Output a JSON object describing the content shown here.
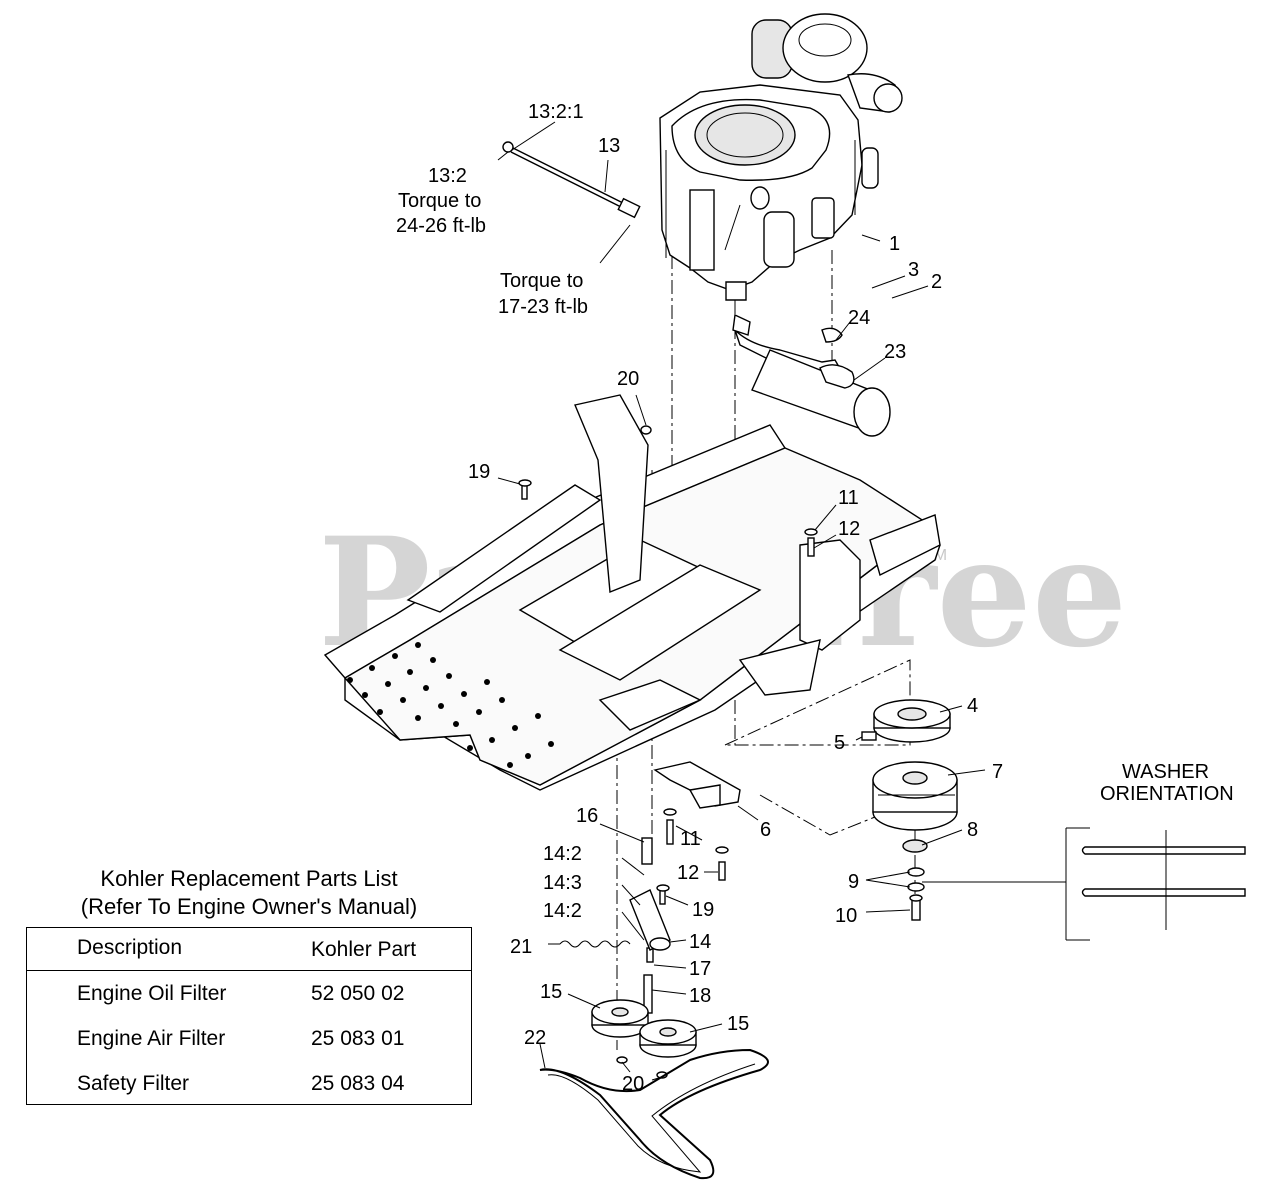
{
  "callouts": {
    "c1": "1",
    "c2": "2",
    "c3": "3",
    "c4": "4",
    "c5": "5",
    "c6": "6",
    "c7": "7",
    "c8": "8",
    "c9": "9",
    "c10": "10",
    "c11a": "11",
    "c11b": "11",
    "c12a": "12",
    "c12b": "12",
    "c13": "13",
    "c13_2": "13:2",
    "c13_2_1": "13:2:1",
    "c14": "14",
    "c14_2a": "14:2",
    "c14_3": "14:3",
    "c14_2b": "14:2",
    "c15a": "15",
    "c15b": "15",
    "c16": "16",
    "c17": "17",
    "c18": "18",
    "c19a": "19",
    "c19b": "19",
    "c20a": "20",
    "c20b": "20",
    "c21": "21",
    "c22": "22",
    "c23": "23",
    "c24": "24"
  },
  "notes": {
    "torque_upper_1": "Torque to",
    "torque_upper_2": "24-26 ft-lb",
    "torque_lower_1": "Torque to",
    "torque_lower_2": "17-23 ft-lb",
    "washer_1": "WASHER",
    "washer_2": "ORIENTATION"
  },
  "watermark": {
    "text": "PartsTree",
    "tm": "TM"
  },
  "parts_table": {
    "title_line1": "Kohler Replacement Parts List",
    "title_line2": "(Refer To Engine Owner's Manual)",
    "headers": [
      "Description",
      "Kohler Part"
    ],
    "rows": [
      [
        "Engine Oil Filter",
        "52 050 02"
      ],
      [
        "Engine Air Filter",
        "25 083 01"
      ],
      [
        "Safety Filter",
        "25 083 04"
      ]
    ]
  }
}
